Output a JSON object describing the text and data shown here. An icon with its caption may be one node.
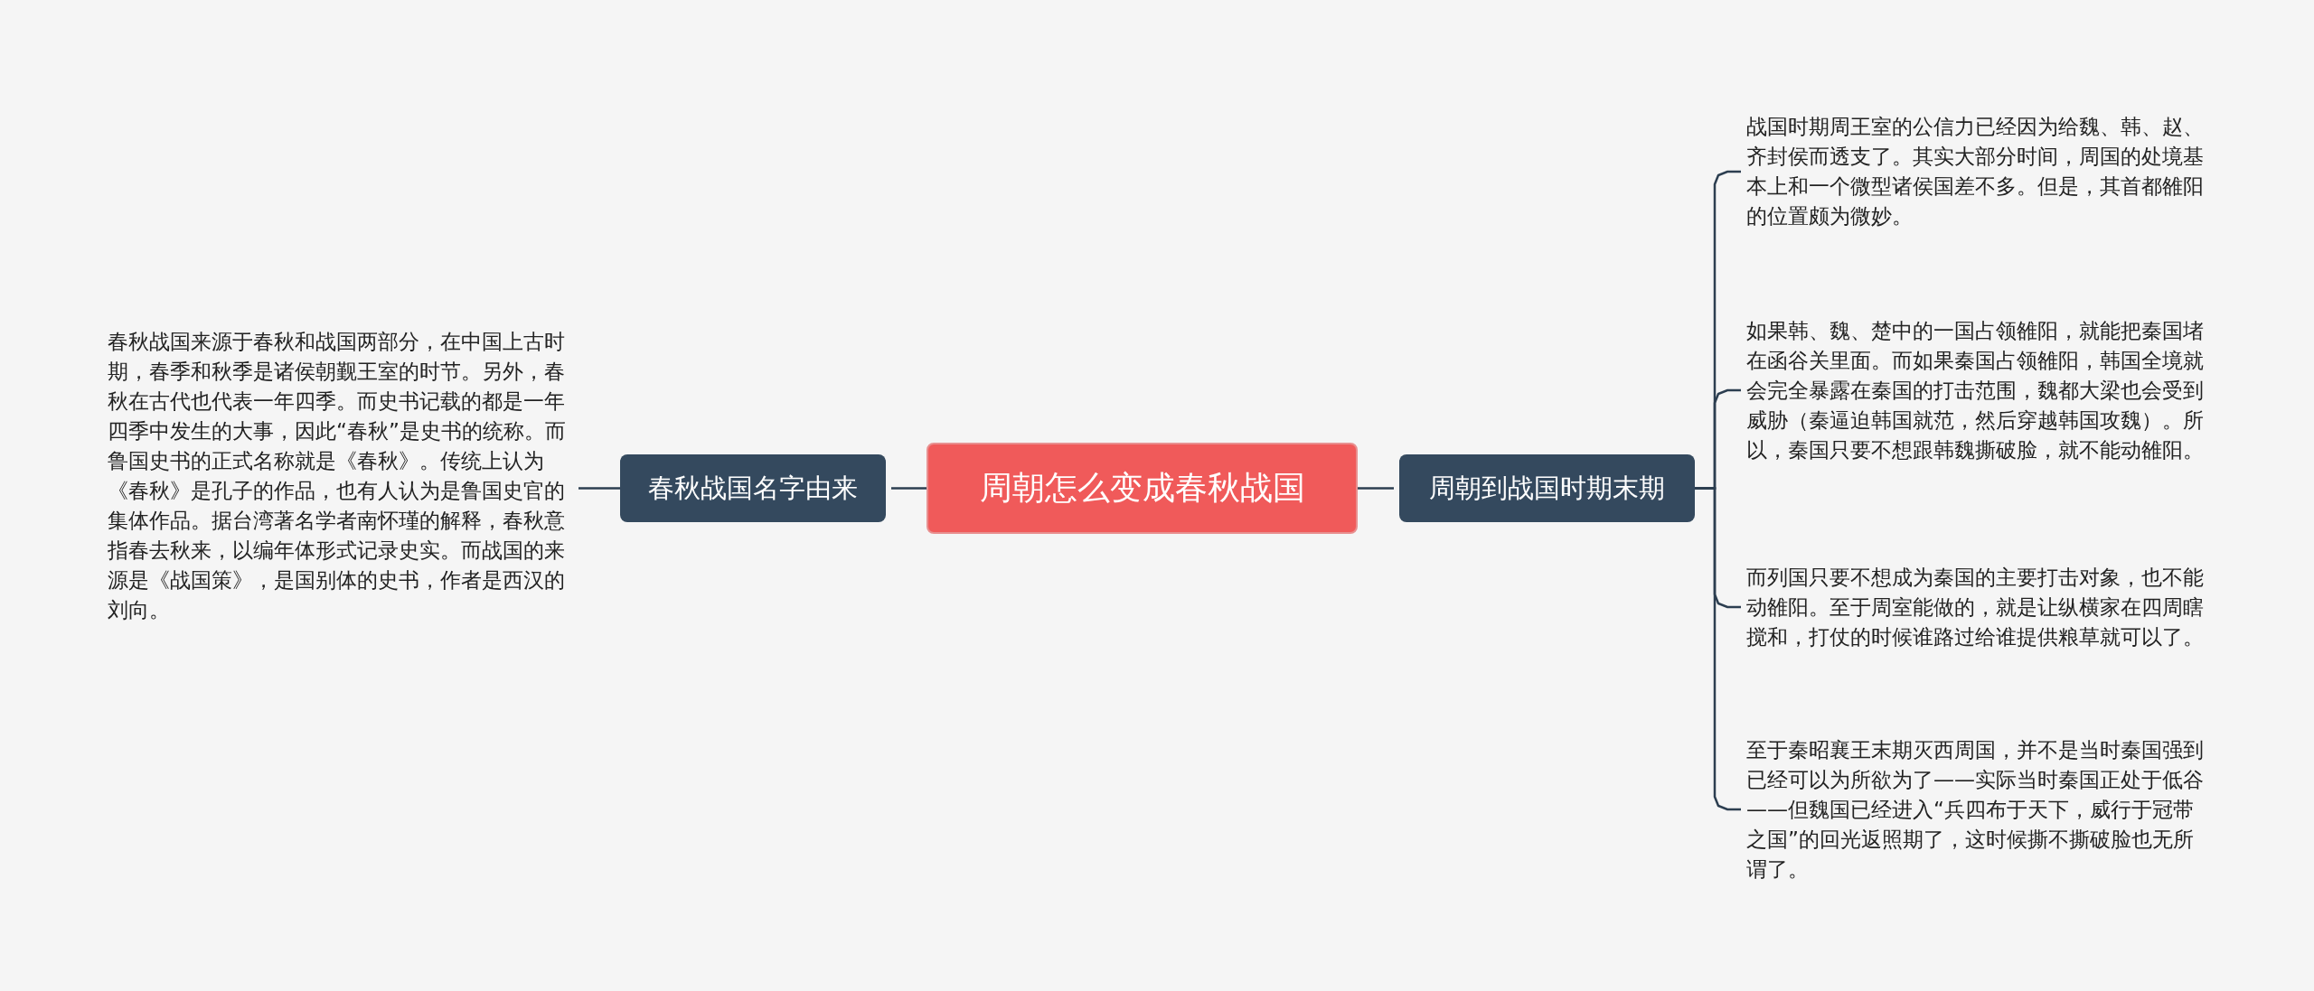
{
  "diagram": {
    "nodes": [
      {
        "text": [
          "周朝怎么变成春秋战国"
        ]
      },
      {
        "text": [
          "春秋战国名字由来"
        ]
      },
      {
        "text": [
          "周朝到战国时期末期"
        ]
      },
      {
        "text": [
          "春秋战国来源于春秋和战国两部分，在中国上古时期，春季和秋季是诸侯朝觐王室的时节。另外，春秋在古代也代表一年四季。而史书记载的都是一年四季中发生的大事，因此“春秋”是史书的统称。而鲁国史书的正式名称就是《春秋》。传统上认为《春秋》是孔子的作品，也有人认为是鲁国史官的集体作品。据台湾著名学者南怀瑾的解释，春秋意指春去秋来，以编年体形式记录史实。而战国的来源是《战国策》，是国别体的史书，作者是西汉的刘向。"
        ]
      },
      {
        "text": [
          "战国时期周王室的公信力已经因为给魏、韩、赵、齐封侯而透支了。其实大部分时间，周国的处境基本上和一个微型诸侯国差不多。但是，其首都雒阳的位置颇为微妙。"
        ]
      },
      {
        "text": [
          "如果韩、魏、楚中的一国占领雒阳，就能把秦国堵在函谷关里面。而如果秦国占领雒阳，韩国全境就会完全暴露在秦国的打击范围，魏都大梁也会受到威胁（秦逼迫韩国就范，然后穿越韩国攻魏）。所以，秦国只要不想跟韩魏撕破脸，就不能动雒阳。"
        ]
      },
      {
        "text": [
          "而列国只要不想成为秦国的主要打击对象，也不能动雒阳。至于周室能做的，就是让纵横家在四周瞎搅和，打仗的时候谁路过给谁提供粮草就可以了。"
        ]
      },
      {
        "text": [
          "至于秦昭襄王末期灭西周国，并不是当时秦国强到已经可以为所欲为了——实际当时秦国正处于低谷——但魏国已经进入“兵四布于天下，威行于冠带之国”的回光返照期了，这时候撕不撕破脸也无所谓了。"
        ]
      }
    ],
    "edges": [
      {
        "from": 0,
        "to": 1,
        "arrow": "none"
      },
      {
        "from": 0,
        "to": 2,
        "arrow": "none"
      },
      {
        "from": 1,
        "to": 3,
        "arrow": "none"
      },
      {
        "from": 2,
        "to": 4,
        "arrow": "none"
      },
      {
        "from": 2,
        "to": 5,
        "arrow": "none"
      },
      {
        "from": 2,
        "to": 6,
        "arrow": "none"
      },
      {
        "from": 2,
        "to": 7,
        "arrow": "none"
      }
    ]
  }
}
